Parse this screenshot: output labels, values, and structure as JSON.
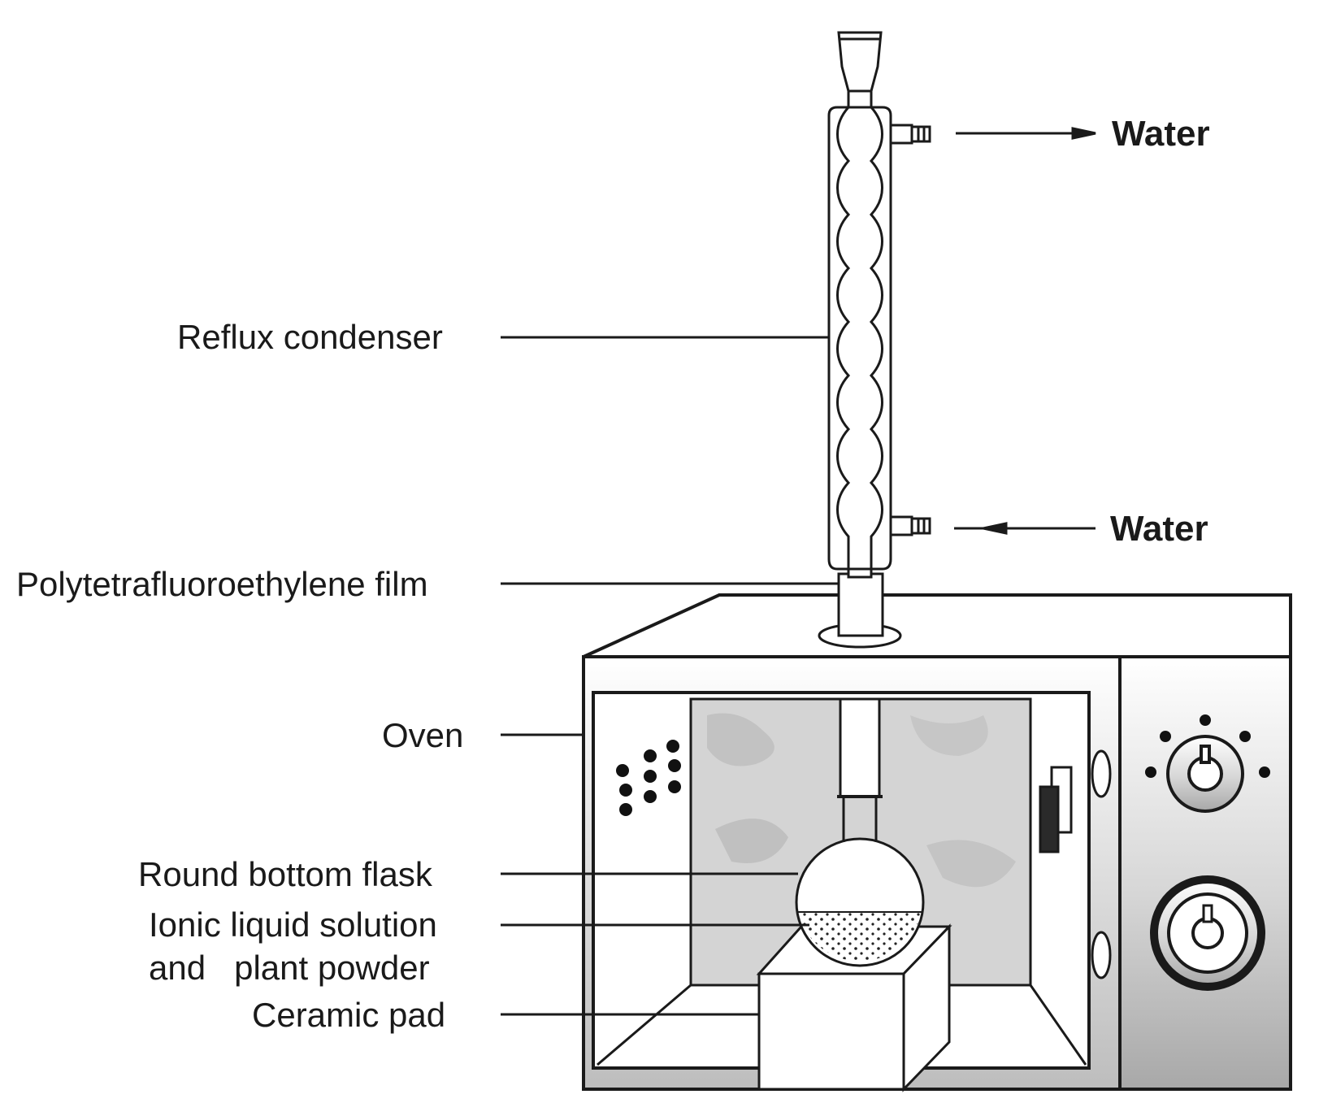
{
  "labels": {
    "water_out": "Water",
    "water_in": "Water",
    "reflux_condenser": "Reflux condenser",
    "ptfe_film": "Polytetrafluoroethylene  film",
    "oven": "Oven",
    "round_bottom_flask": "Round bottom  flask",
    "ionic_liquid_line1": "Ionic liquid solution",
    "ionic_liquid_line2": "and   plant powder",
    "ceramic_pad": "Ceramic pad"
  },
  "colors": {
    "line": "#1a1a1a",
    "panel_gray": "#b8b8b8",
    "interior_gray": "#d9d9d9",
    "dark_fill": "#222222"
  },
  "icons": {
    "flow_out_arrow": "arrow-right",
    "flow_in_arrow": "arrow-left"
  }
}
